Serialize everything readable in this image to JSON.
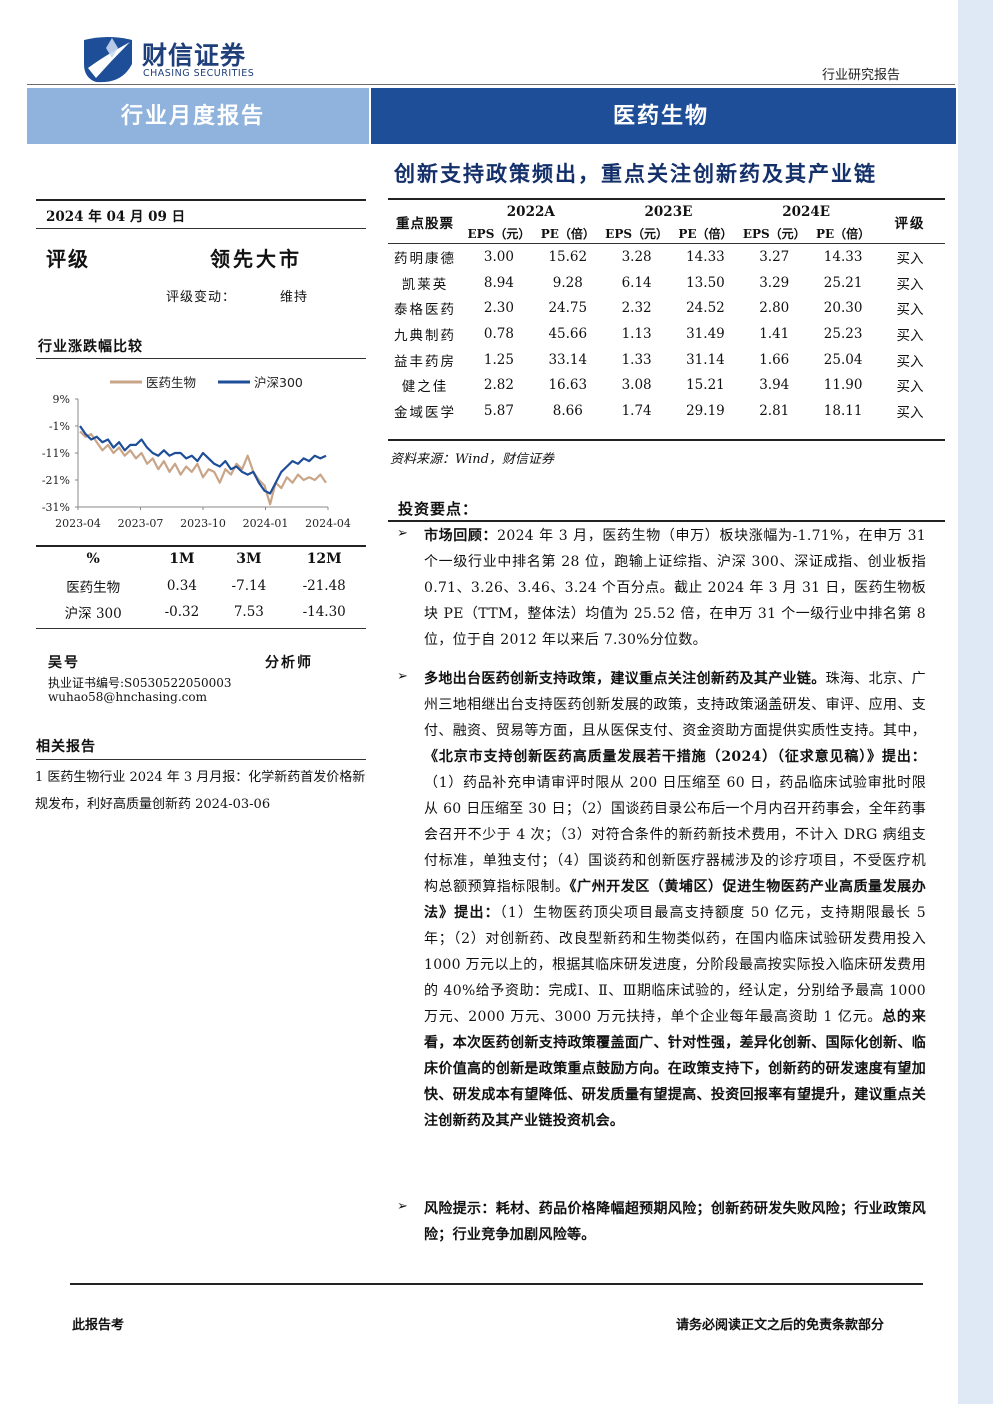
{
  "header": {
    "logo_cn": "财信证券",
    "logo_en": "CHASING SECURITIES",
    "doc_type": "行业研究报告",
    "band_left": "行业月度报告",
    "band_right": "医药生物",
    "main_title": "创新支持政策频出，重点关注创新药及其产业链"
  },
  "sidebar": {
    "date": "2024 年 04 月 09 日",
    "rating_label": "评级",
    "rating_value": "领先大市",
    "rating_change_label": "评级变动：",
    "rating_change_value": "维持",
    "chart_title": "行业涨跌幅比较",
    "perf_table": {
      "headers": [
        "%",
        "1M",
        "3M",
        "12M"
      ],
      "rows": [
        [
          "医药生物",
          "0.34",
          "-7.14",
          "-21.48"
        ],
        [
          "沪深 300",
          "-0.32",
          "7.53",
          "-14.30"
        ]
      ]
    },
    "analyst": {
      "name": "吴号",
      "role": "分析师",
      "cert": "执业证书编号:S0530522050003",
      "email": "wuhao58@hnchasing.com"
    },
    "related_title": "相关报告",
    "related_items": [
      "1 医药生物行业 2024 年 3 月月报：化学新药首发价格新规发布，利好高质量创新药 2024-03-06"
    ]
  },
  "chart_data": {
    "type": "line",
    "title": "",
    "xlabel": "",
    "ylabel": "",
    "x_ticks": [
      "2023-04",
      "2023-07",
      "2023-10",
      "2024-01",
      "2024-04"
    ],
    "y_ticks": [
      "9%",
      "-1%",
      "-11%",
      "-21%",
      "-31%"
    ],
    "ylim": [
      -31,
      9
    ],
    "legend_position": "top",
    "series": [
      {
        "name": "医药生物",
        "color": "#c9a588",
        "values": [
          -3,
          -5,
          -4,
          -7,
          -10,
          -8,
          -11,
          -9,
          -12,
          -10,
          -13,
          -11,
          -15,
          -13,
          -17,
          -14,
          -18,
          -15,
          -19,
          -16,
          -18,
          -15,
          -20,
          -17,
          -18,
          -22,
          -17,
          -19,
          -15,
          -17,
          -12,
          -18,
          -21,
          -23,
          -30,
          -22,
          -24,
          -20,
          -22,
          -19,
          -21,
          -20,
          -21,
          -19,
          -22
        ]
      },
      {
        "name": "沪深300",
        "color": "#1f4e98",
        "values": [
          -1,
          -4,
          -6,
          -5,
          -7,
          -6,
          -9,
          -7,
          -10,
          -8,
          -8,
          -6,
          -9,
          -11,
          -12,
          -10,
          -12,
          -11,
          -11,
          -13,
          -12,
          -14,
          -11,
          -13,
          -15,
          -16,
          -14,
          -17,
          -16,
          -18,
          -19,
          -18,
          -22,
          -25,
          -26,
          -22,
          -18,
          -16,
          -14,
          -15,
          -13,
          -14,
          -12,
          -13,
          -12
        ]
      }
    ]
  },
  "stock_table": {
    "name_header": "重点股票",
    "rating_header": "评级",
    "years": [
      "2022A",
      "2023E",
      "2024E"
    ],
    "sub_headers": [
      "EPS（元）",
      "PE（倍）",
      "EPS（元）",
      "PE（倍）",
      "EPS（元）",
      "PE（倍）"
    ],
    "rows": [
      [
        "药明康德",
        "3.00",
        "15.62",
        "3.28",
        "14.33",
        "3.27",
        "14.33",
        "买入"
      ],
      [
        "凯莱英",
        "8.94",
        "9.28",
        "6.14",
        "13.50",
        "3.29",
        "25.21",
        "买入"
      ],
      [
        "泰格医药",
        "2.30",
        "24.75",
        "2.32",
        "24.52",
        "2.80",
        "20.30",
        "买入"
      ],
      [
        "九典制药",
        "0.78",
        "45.66",
        "1.13",
        "31.49",
        "1.41",
        "25.23",
        "买入"
      ],
      [
        "益丰药房",
        "1.25",
        "33.14",
        "1.33",
        "31.14",
        "1.66",
        "25.04",
        "买入"
      ],
      [
        "健之佳",
        "2.82",
        "16.63",
        "3.08",
        "15.21",
        "3.94",
        "11.90",
        "买入"
      ],
      [
        "金域医学",
        "5.87",
        "8.66",
        "1.74",
        "29.19",
        "2.81",
        "18.11",
        "买入"
      ]
    ],
    "source": "资料来源：Wind，财信证券"
  },
  "body": {
    "title": "投资要点：",
    "bullet_glyph": "➢",
    "p1_lead": "市场回顾：",
    "p1": "2024 年 3 月，医药生物（申万）板块涨幅为-1.71%，在申万 31 个一级行业中排名第 28 位，跑输上证综指、沪深 300、深证成指、创业板指 0.71、3.26、3.46、3.24 个百分点。截止 2024 年 3 月 31 日，医药生物板块 PE（TTM，整体法）均值为 25.52 倍，在申万 31 个一级行业中排名第 8 位，位于自 2012 年以来后 7.30%分位数。",
    "p2_lead": "多地出台医药创新支持政策，建议重点关注创新药及其产业链。",
    "p2_a": "珠海、北京、广州三地相继出台支持医药创新发展的政策，支持政策涵盖研发、审评、应用、支付、融资、贸易等方面，且从医保支付、资金资助方面提供实质性支持。其中，",
    "p2_b": "《北京市支持创新医药高质量发展若干措施（2024）（征求意见稿）》提出：",
    "p2_c": "（1）药品补充申请审评时限从 200 日压缩至 60 日，药品临床试验审批时限从 60 日压缩至 30 日；（2）国谈药目录公布后一个月内召开药事会，全年药事会召开不少于 4 次；（3）对符合条件的新药新技术费用，不计入 DRG 病组支付标准，单独支付；（4）国谈药和创新医疗器械涉及的诊疗项目，不受医疗机构总额预算指标限制。",
    "p2_d": "《广州开发区（黄埔区）促进生物医药产业高质量发展办法》提出：",
    "p2_e": "（1）生物医药顶尖项目最高支持额度 50 亿元，支持期限最长 5 年；（2）对创新药、改良型新药和生物类似药，在国内临床试验研发费用投入 1000 万元以上的，根据其临床研发进度，分阶段最高按实际投入临床研发费用的 40%给予资助：完成Ⅰ、Ⅱ、Ⅲ期临床试验的，经认定，分别给予最高 1000 万元、2000 万元、3000 万元扶持，单个企业每年最高资助 1 亿元。",
    "p2_f": "总的来看，本次医药创新支持政策覆盖面广、针对性强，差异化创新、国际化创新、临床价值高的创新是政策重点鼓励方向。在政策支持下，创新药的研发速度有望加快、研发成本有望降低、研发质量有望提高、投资回报率有望提升，建议重点关注创新药及其产业链投资机会。",
    "p3_lead": "风险提示：",
    "p3": "耗材、药品价格降幅超预期风险；创新药研发失败风险；行业政策风险；行业竞争加剧风险等。"
  },
  "footer": {
    "left": "此报告考",
    "right": "请务必阅读正文之后的免责条款部分"
  },
  "colors": {
    "navy": "#1f4e98",
    "light_blue": "#8fb3dc",
    "side_bar": "#dfe9f6"
  }
}
